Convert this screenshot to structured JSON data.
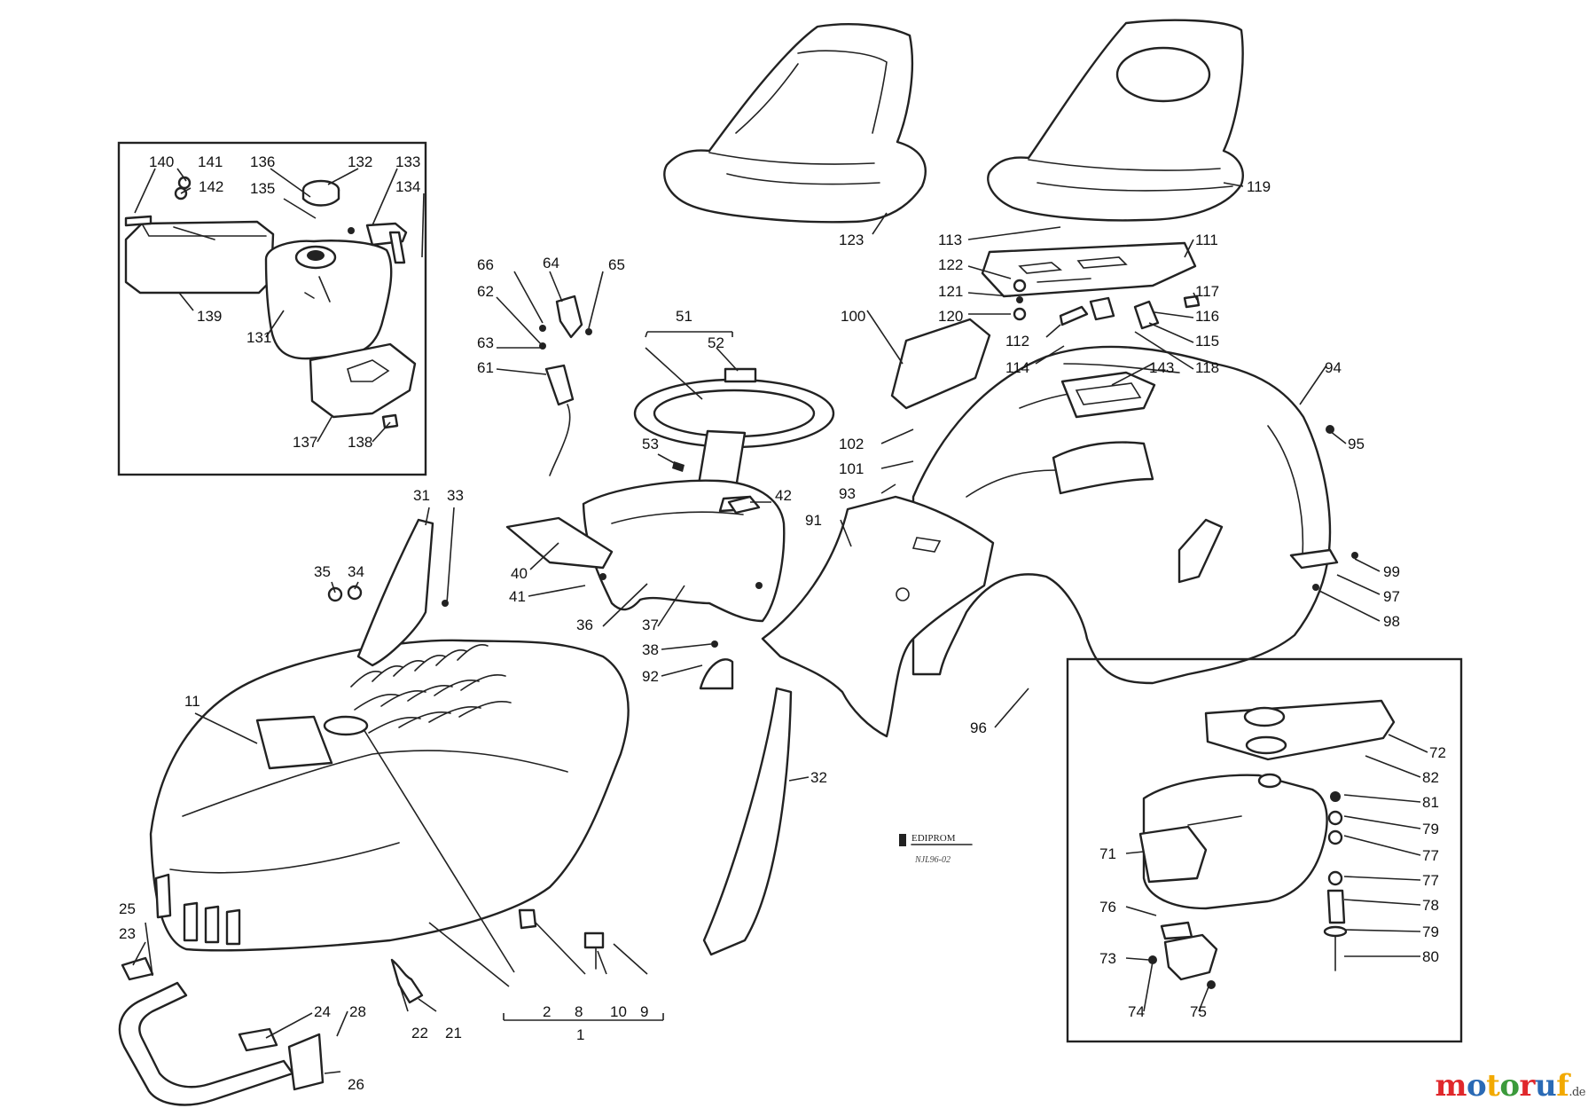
{
  "labels": {
    "l140": "140",
    "l141": "141",
    "l142": "142",
    "l136": "136",
    "l132": "132",
    "l133": "133",
    "l135": "135",
    "l134": "134",
    "l139": "139",
    "l131": "131",
    "l137": "137",
    "l138": "138",
    "l66": "66",
    "l64": "64",
    "l65": "65",
    "l62": "62",
    "l63": "63",
    "l61": "61",
    "l51": "51",
    "l52": "52",
    "l53": "53",
    "l42": "42",
    "l40": "40",
    "l41": "41",
    "l36": "36",
    "l37": "37",
    "l38": "38",
    "l92": "92",
    "l31": "31",
    "l33": "33",
    "l35": "35",
    "l34": "34",
    "l11": "11",
    "l32": "32",
    "l25": "25",
    "l23": "23",
    "l24": "24",
    "l28": "28",
    "l26": "26",
    "l22": "22",
    "l21": "21",
    "l2": "2",
    "l8": "8",
    "l10": "10",
    "l9": "9",
    "l1": "1",
    "l123": "123",
    "l119": "119",
    "l113": "113",
    "l111": "111",
    "l122": "122",
    "l121": "121",
    "l120": "120",
    "l117": "117",
    "l116": "116",
    "l115": "115",
    "l118": "118",
    "l112": "112",
    "l114": "114",
    "l100": "100",
    "l143": "143",
    "l94": "94",
    "l95": "95",
    "l102": "102",
    "l101": "101",
    "l93": "93",
    "l91": "91",
    "l99": "99",
    "l97": "97",
    "l98": "98",
    "l96": "96",
    "l72": "72",
    "l82": "82",
    "l81": "81",
    "l79a": "79",
    "l77a": "77",
    "l71": "71",
    "l77b": "77",
    "l76": "76",
    "l78": "78",
    "l79b": "79",
    "l73": "73",
    "l80": "80",
    "l74": "74",
    "l75": "75"
  },
  "stamp": {
    "maker": "EDIPROM",
    "code": "NJL96-02"
  },
  "brand": {
    "name": "motoruf",
    "domain": ".de",
    "colors": [
      "#e0282c",
      "#2a6ab5",
      "#f2a900",
      "#3b9a3b",
      "#e0282c",
      "#2a6ab5",
      "#f2a900"
    ]
  }
}
